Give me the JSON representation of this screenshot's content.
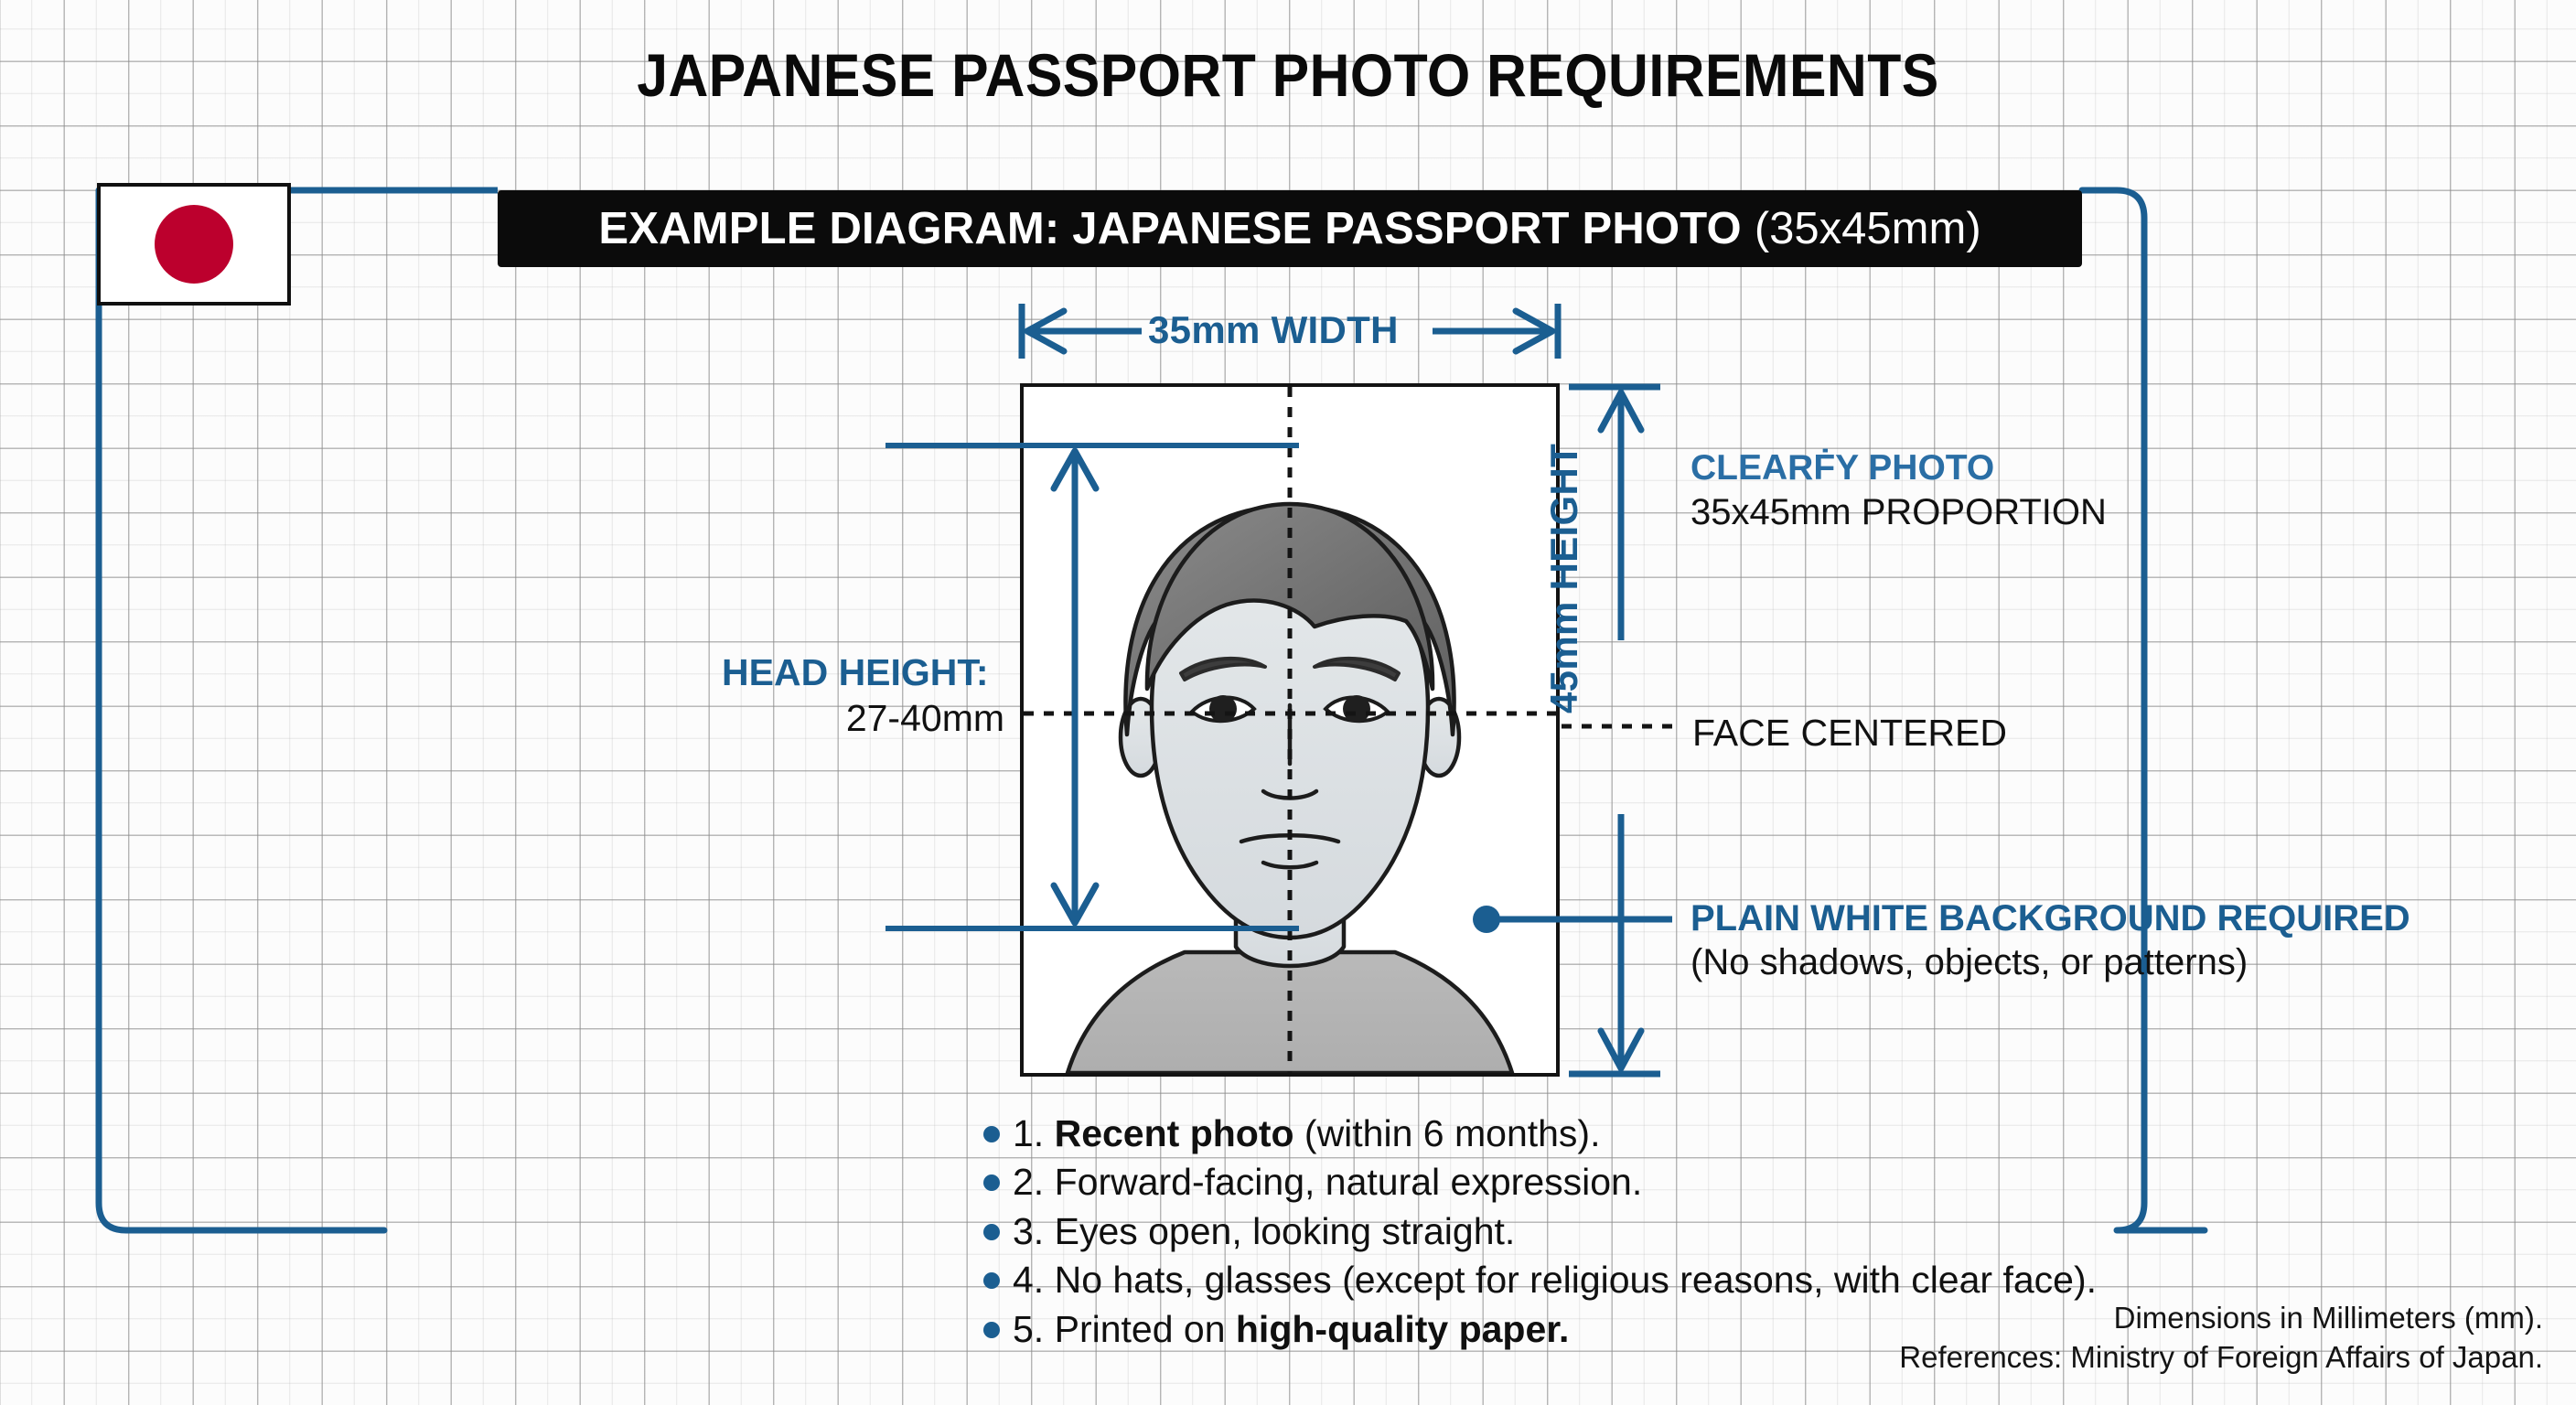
{
  "page": {
    "title": "JAPANESE PASSPORT PHOTO REQUIREMENTS",
    "background_grid": true,
    "accent_blue": "#1b5e91",
    "flag_red": "#bc002d",
    "banner_bg": "#0b0b0b"
  },
  "flag": {
    "name": "Japan",
    "field_color": "#ffffff",
    "disc_color": "#bc002d"
  },
  "banner": {
    "strong_text": "EXAMPLE DIAGRAM: JAPANESE PASSPORT PHOTO",
    "light_text": "(35x45mm)"
  },
  "dimensions": {
    "width_label": "35mm WIDTH",
    "height_label": "45mm HEIGHT"
  },
  "annotations": {
    "clearly_photo": "CLEARḞY PHOTO",
    "proportion": "35x45mm PROPORTION",
    "face_centered": "FACE CENTERED",
    "background_main": "PLAIN WHITE BACKGROUND REQUIRED",
    "background_sub": "(No shadows, objects, or patterns)",
    "head_height_label": "HEAD HEIGHT:",
    "head_height_value": "27-40mm"
  },
  "requirements": [
    {
      "number": "1.",
      "bold_lead": "Recent photo",
      "rest": " (within 6 months)."
    },
    {
      "number": "2.",
      "bold_lead": "",
      "rest": "Forward-facing, natural expression."
    },
    {
      "number": "3.",
      "bold_lead": "",
      "rest": "Eyes open, looking straight."
    },
    {
      "number": "4.",
      "bold_lead": "",
      "rest": "No hats, glasses (except for religious reasons, with clear face)."
    },
    {
      "number": "5.",
      "bold_lead": "",
      "rest": "Printed on ",
      "bold_tail": "high-quality paper."
    }
  ],
  "footer": {
    "line1": "Dimensions in Millimeters (mm).",
    "line2": "References: Ministry of Foreign Affairs of Japan."
  }
}
